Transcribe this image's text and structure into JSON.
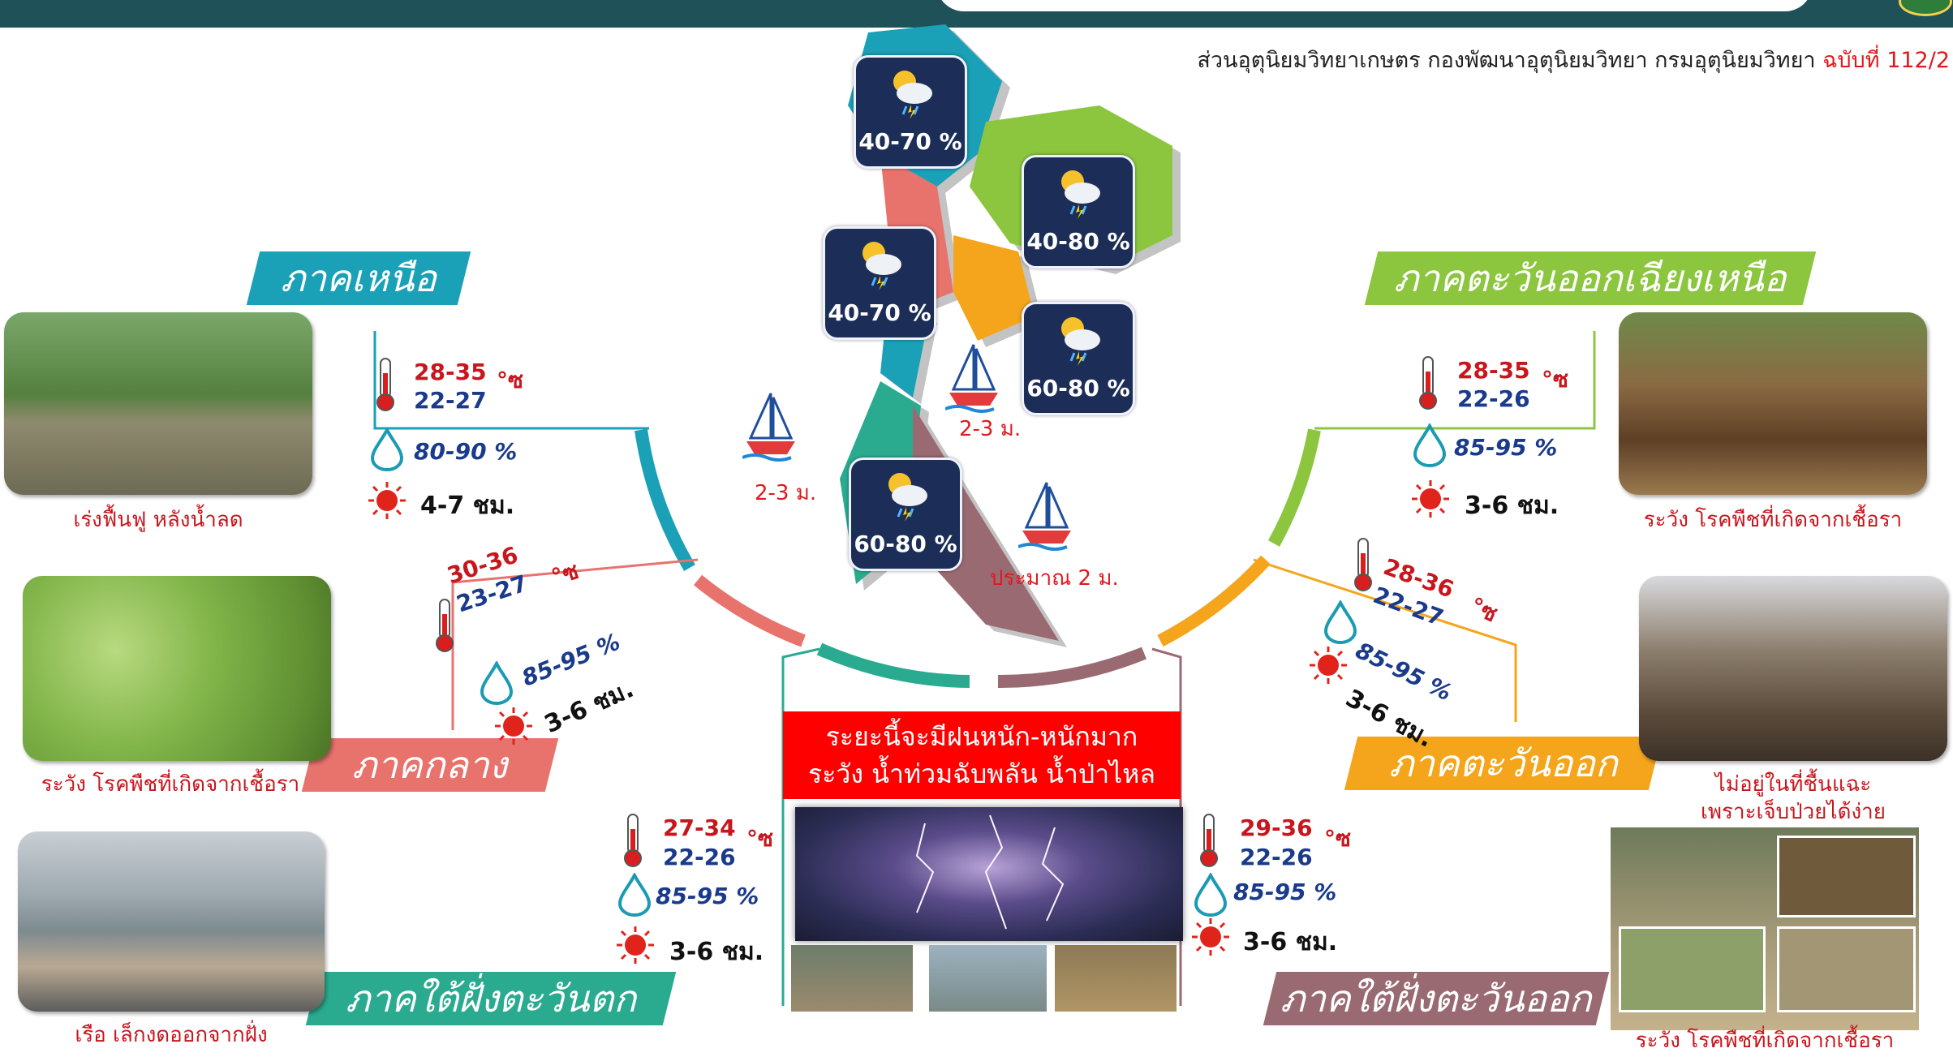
{
  "header": {
    "credit_prefix": "ส่วนอุตุนิยมวิทยาเกษตร กองพัฒนาอุตุนิยมวิทยา กรมอุตุนิยมวิทยา ",
    "credit_issue": "ฉบับที่ 112/2"
  },
  "map": {
    "cards": [
      {
        "id": "north",
        "pct": "40-70 %",
        "icon": "rain-thunder-icon"
      },
      {
        "id": "northeast",
        "pct": "40-80 %",
        "icon": "rain-thunder-icon"
      },
      {
        "id": "central",
        "pct": "40-70 %",
        "icon": "rain-thunder-icon"
      },
      {
        "id": "east",
        "pct": "60-80 %",
        "icon": "rain-thunder-icon"
      },
      {
        "id": "south",
        "pct": "60-80 %",
        "icon": "rain-thunder-icon"
      }
    ],
    "waves": {
      "gulf": "2-3 ม.",
      "andaman": "2-3 ม.",
      "south_gulf": "ประมาณ 2 ม."
    },
    "colors": {
      "north": "#1aa1b8",
      "northeast": "#8cc63f",
      "central": "#e8736c",
      "east": "#f4a51c",
      "south_west": "#2aab8f",
      "south_east": "#9a6a72"
    }
  },
  "regions": {
    "north": {
      "label": "ภาคเหนือ",
      "tmax": "28-35",
      "tmin": "22-27",
      "unit": "°ซ",
      "humidity": "80-90 %",
      "sunshine": "4-7 ชม.",
      "caption": "เร่งฟื้นฟู หลังน้ำลด"
    },
    "northeast": {
      "label": "ภาคตะวันออกเฉียงเหนือ",
      "tmax": "28-35",
      "tmin": "22-26",
      "unit": "°ซ",
      "humidity": "85-95 %",
      "sunshine": "3-6 ชม.",
      "caption": "ระวัง โรคพืชที่เกิดจากเชื้อรา"
    },
    "central": {
      "label": "ภาคกลาง",
      "tmax": "30-36",
      "tmin": "23-27",
      "unit": "°ซ",
      "humidity": "85-95 %",
      "sunshine": "3-6 ชม.",
      "caption": "ระวัง โรคพืชที่เกิดจากเชื้อรา"
    },
    "east": {
      "label": "ภาคตะวันออก",
      "tmax": "28-36",
      "tmin": "22-27",
      "unit": "°ซ",
      "humidity": "85-95 %",
      "sunshine": "3-6 ชม.",
      "caption_line1": "ไม่อยู่ในที่ชื้นแฉะ",
      "caption_line2": "เพราะเจ็บป่วยได้ง่าย"
    },
    "south_west": {
      "label": "ภาคใต้ฝั่งตะวันตก",
      "tmax": "27-34",
      "tmin": "22-26",
      "unit": "°ซ",
      "humidity": "85-95 %",
      "sunshine": "3-6 ชม.",
      "caption": "เรือ เล็กงดออกจากฝั่ง"
    },
    "south_east": {
      "label": "ภาคใต้ฝั่งตะวันออก",
      "tmax": "29-36",
      "tmin": "22-26",
      "unit": "°ซ",
      "humidity": "85-95 %",
      "sunshine": "3-6 ชม.",
      "caption": "ระวัง โรคพืชที่เกิดจากเชื้อรา"
    }
  },
  "warning": {
    "line1": "ระยะนี้จะมีฝนหนัก-หนักมาก",
    "line2": "ระวัง น้ำท่วมฉับพลัน น้ำป่าไหลหลาก"
  }
}
